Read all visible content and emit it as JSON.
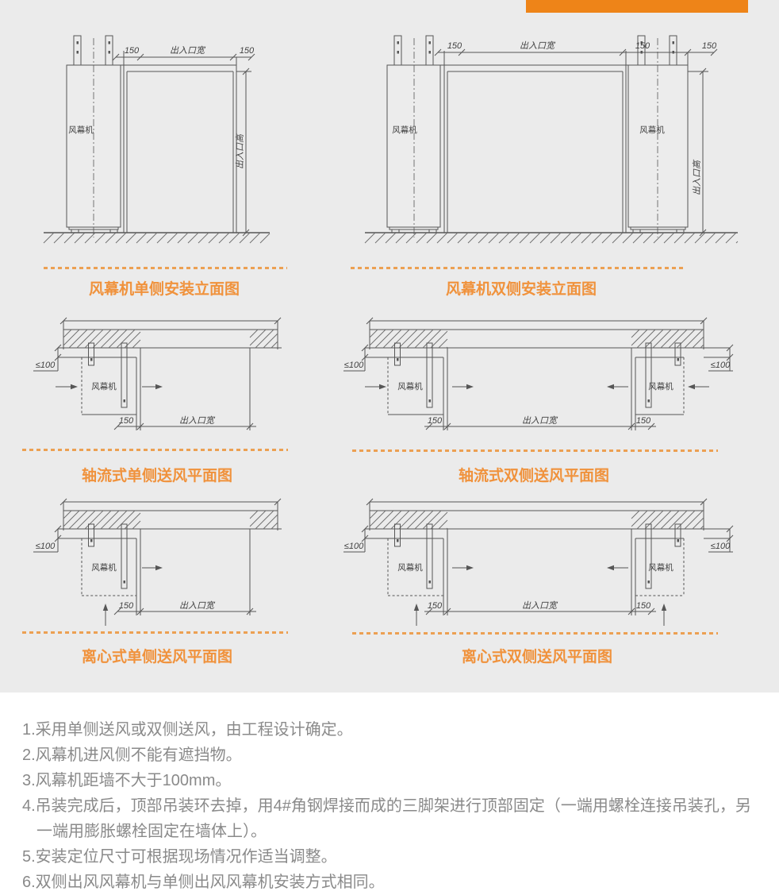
{
  "theme": {
    "background": "#ebebeb",
    "accent_bar": "#ee8418",
    "caption_color": "#f0923c",
    "dashed_color": "#eca052",
    "note_color": "#8a8a8a",
    "line_color": "#565656"
  },
  "diagram_labels": {
    "machine": "风幕机",
    "d150": "150",
    "door_width": "出入口宽",
    "door_height": "出入口高",
    "max_gap": "≤100"
  },
  "captions": [
    "风幕机单侧安装立面图",
    "风幕机双侧安装立面图",
    "轴流式单侧送风平面图",
    "轴流式双侧送风平面图",
    "离心式单侧送风平面图",
    "离心式双侧送风平面图"
  ],
  "notes": [
    "1.采用单侧送风或双侧送风，由工程设计确定。",
    "2.风幕机进风侧不能有遮挡物。",
    "3.风幕机距墙不大于100mm。",
    "4.吊装完成后，顶部吊装环去掉，用4#角钢焊接而成的三脚架进行顶部固定（一端用螺栓连接吊装孔，另",
    "一端用膨胀螺栓固定在墙体上）。",
    "5.安装定位尺寸可根据现场情况作适当调整。",
    "6.双侧出风风幕机与单侧出风风幕机安装方式相同。"
  ]
}
